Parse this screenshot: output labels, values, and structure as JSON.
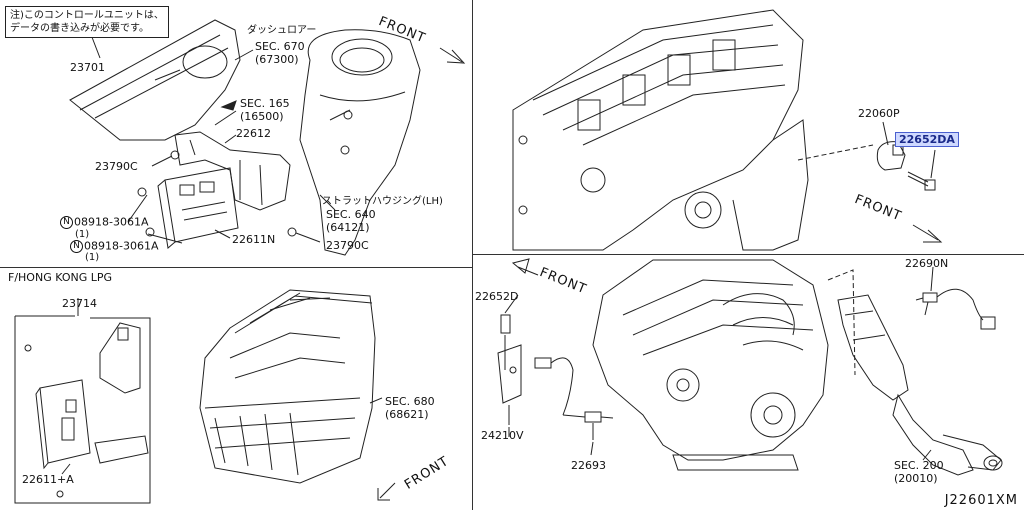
{
  "top_left": {
    "note_line1": "注)このコントロールユニットは、",
    "note_line2": "データの書き込みが必要です。",
    "p23701": "23701",
    "dash_lower": "ダッシュロアー",
    "sec670": "SEC. 670",
    "sec670_sub": "(67300)",
    "sec165": "SEC. 165",
    "sec165_sub": "(16500)",
    "p22612": "22612",
    "p23790c_a": "23790C",
    "bolt_a_symbol": "N",
    "bolt_a": "08918-3061A",
    "bolt_a_qty": "(1)",
    "bolt_b_symbol": "N",
    "bolt_b": "08918-3061A",
    "bolt_b_qty": "(1)",
    "p22611n": "22611N",
    "p23790c_b": "23790C",
    "strut_housing": "ストラットハウジング(LH)",
    "sec640": "SEC. 640",
    "sec640_sub": "(64121)",
    "front": "FRONT"
  },
  "top_right": {
    "p22060p": "22060P",
    "p22652da": "22652DA",
    "front": "FRONT"
  },
  "bottom_left": {
    "region": "F/HONG KONG LPG",
    "p23714": "23714",
    "p22611a": "22611+A",
    "sec680": "SEC. 680",
    "sec680_sub": "(68621)",
    "front": "FRONT"
  },
  "bottom_right": {
    "p22652d": "22652D",
    "front": "FRONT",
    "p22690n": "22690N",
    "p24210v": "24210V",
    "p22693": "22693",
    "sec200": "SEC. 200",
    "sec200_sub": "(20010)"
  },
  "diagram_code": "J22601XM",
  "colors": {
    "line": "#222222",
    "highlight_bg": "#cfd9ff",
    "highlight_border": "#4a5fcf"
  }
}
